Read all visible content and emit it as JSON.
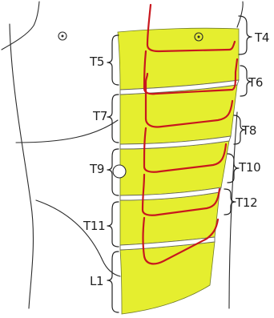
{
  "colors": {
    "dermatome_fill": "#e5ee2f",
    "nerve_line": "#c8171e",
    "outline": "#2b2b2b",
    "background": "#ffffff"
  },
  "icons": {
    "nipple": "circle-dot-icon",
    "umbilicus": "open-circle-icon"
  },
  "labels": {
    "t4": "T4",
    "t5": "T5",
    "t6": "T6",
    "t7": "T7",
    "t8": "T8",
    "t9": "T9",
    "t10": "T10",
    "t11": "T11",
    "t12": "T12",
    "l1": "L1"
  }
}
